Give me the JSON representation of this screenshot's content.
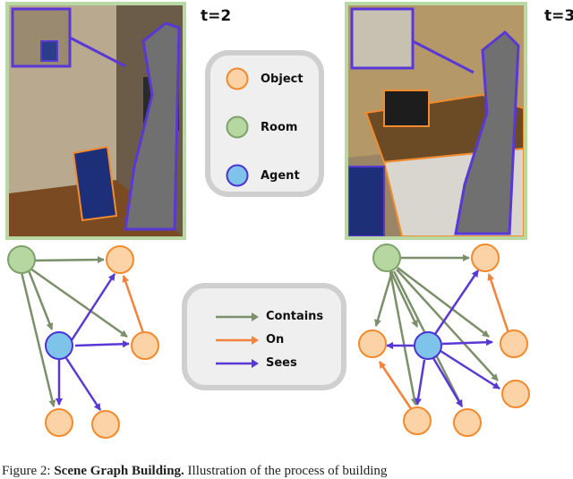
{
  "frames": [
    {
      "time_label": "t=2"
    },
    {
      "time_label": "t=3"
    }
  ],
  "node_legend": [
    {
      "label": "Object",
      "fill": "#fbd3a6",
      "stroke": "#f28a2e"
    },
    {
      "label": "Room",
      "fill": "#b6d7a0",
      "stroke": "#7ea26a"
    },
    {
      "label": "Agent",
      "fill": "#7ec3ea",
      "stroke": "#4a33d6"
    }
  ],
  "edge_legend": [
    {
      "label": "Contains",
      "color": "#7b8f6a"
    },
    {
      "label": "On",
      "color": "#f4823a"
    },
    {
      "label": "Sees",
      "color": "#5a38d6"
    }
  ],
  "caption": {
    "prefix": "Figure 2: ",
    "bold": "Scene Graph Building.",
    "rest": " Illustration of the process of building"
  },
  "colors": {
    "frame_border": "#b8d9a4",
    "object_fill": "#fbd3a6",
    "object_stroke": "#f28a2e",
    "room_fill": "#b6d7a0",
    "room_stroke": "#7ea26a",
    "agent_fill": "#7ec3ea",
    "agent_stroke": "#4a33d6",
    "contains": "#7b8f6a",
    "on": "#f4823a",
    "sees": "#5a38d6"
  }
}
